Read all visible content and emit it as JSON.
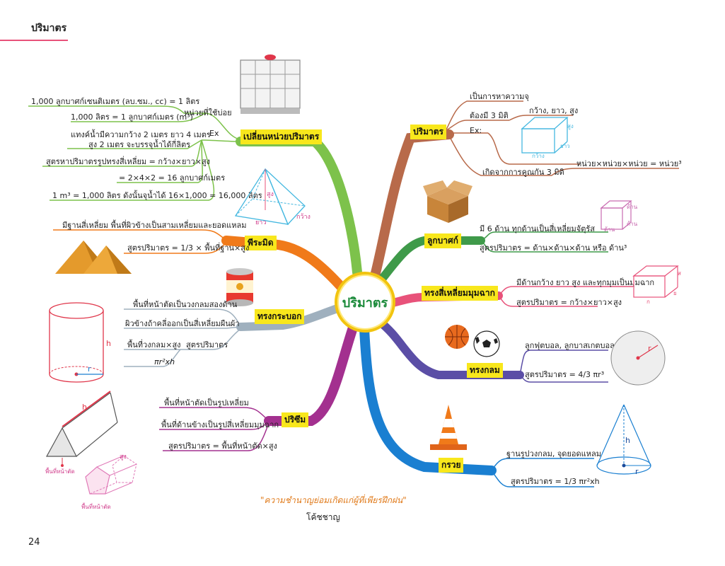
{
  "header": {
    "title": "ปริมาตร",
    "page_number": "24"
  },
  "center": {
    "title": "ปริมาตร"
  },
  "colors": {
    "unit_change": "#7dc24b",
    "volume": "#b86a4a",
    "cube": "#3f9a4a",
    "cuboid": "#e8527a",
    "sphere": "#5b4ea6",
    "cone": "#1a7fd1",
    "prism": "#a3308f",
    "cylinder": "#9fb0be",
    "pyramid": "#f07a1a",
    "center_border": "#f2c40f",
    "center_text": "#1b8a3a",
    "header_rule": "#e8527a"
  },
  "branches": {
    "unit_change": {
      "label": "เปลี่ยนหน่วยปริมาตร",
      "sub_label": "หน่วยที่ใช้บ่อย",
      "items": [
        "1,000 ลูกบาศก์เซนติเมตร (ลบ.ซม., cc) = 1 ลิตร",
        "1,000 ลิตร = 1 ลูกบาศก์เมตร (m³)"
      ],
      "ex_label": "Ex",
      "example": [
        "แทงค์น้ำมีความกว้าง 2 เมตร ยาว 4 เมตร",
        "สูง 2 เมตร จะบรรจุน้ำได้กี่ลิตร",
        "สูตรหาปริมาตรรูปทรงสี่เหลี่ยม = กว้าง×ยาว×สูง",
        "= 2×4×2 = 16 ลูกบาศก์เมตร",
        "1 m³ = 1,000 ลิตร ดังนั้นจุน้ำได้ 16×1,000 = 16,000 ลิตร"
      ]
    },
    "volume": {
      "label": "ปริมาตร",
      "items": [
        "เป็นการหาความจุ",
        "ต้องมี 3 มิติ",
        "Ex:",
        "เกิดจากการคูณกัน 3 มิติ"
      ],
      "dims": "กว้าง, ยาว, สูง",
      "cube_labels": {
        "height": "สูง",
        "length": "ยาว",
        "width": "กว้าง"
      },
      "unit_formula": "หน่วย×หน่วย×หน่วย = หน่วย³"
    },
    "cube": {
      "label": "ลูกบาศก์",
      "items": [
        "มี 6 ด้าน ทุกด้านเป็นสี่เหลี่ยมจัตุรัส",
        "สูตรปริมาตร = ด้าน×ด้าน×ด้าน หรือ ด้าน³"
      ],
      "side_label": "ด้าน"
    },
    "cuboid": {
      "label": "ทรงสี่เหลี่ยมมุมฉาก",
      "items": [
        "มีด้านกว้าง ยาว สูง และทุกมุมเป็นมุมฉาก",
        "สูตรปริมาตร = กว้าง×ยาว×สูง"
      ],
      "labels": {
        "h": "ส",
        "w": "ย",
        "l": "ก"
      }
    },
    "sphere": {
      "label": "ทรงกลม",
      "items": [
        "ลูกฟุตบอล, ลูกบาสเกตบอล",
        "สูตรปริมาตร = 4/3 πr³"
      ],
      "radius_label": "r"
    },
    "cone": {
      "label": "กรวย",
      "items": [
        "ฐานรูปวงกลม, จุดยอดแหลม",
        "สูตรปริมาตร = 1/3 πr²xh"
      ],
      "labels": {
        "h": "h",
        "r": "r"
      }
    },
    "prism": {
      "label": "ปริซึม",
      "items": [
        "พื้นที่หน้าตัดเป็นรูปเหลี่ยม",
        "พื้นที่ด้านข้างเป็นรูปสี่เหลี่ยมมุมฉาก",
        "สูตรปริมาตร = พื้นที่หน้าตัด×สูง"
      ],
      "labels": {
        "h": "h",
        "base": "พื้นที่หน้าตัด",
        "height": "สูง"
      }
    },
    "cylinder": {
      "label": "ทรงกระบอก",
      "items": [
        "พื้นที่หน้าตัดเป็นวงกลมสองด้าน",
        "ผิวข้างถ้าคลี่ออกเป็นสี่เหลี่ยมผืนผ้า",
        "พื้นที่วงกลม×สูง",
        "สูตรปริมาตร",
        "πr²xh"
      ],
      "labels": {
        "h": "h",
        "r": "r"
      }
    },
    "pyramid": {
      "label": "พีระมิด",
      "items": [
        "มีฐานสี่เหลี่ยม พื้นที่ผิวข้างเป็นสามเหลี่ยมและยอดแหลม",
        "สูตรปริมาตร = 1/3 × พื้นที่ฐาน×สูง"
      ],
      "labels": {
        "height": "สูง",
        "length": "ยาว",
        "width": "กว้าง"
      }
    }
  },
  "footer": {
    "quote": "\"ความชำนาญย่อมเกิดแก่ผู้ที่เพียรฝึกฝน\"",
    "author": "โค้ชชาญ"
  }
}
